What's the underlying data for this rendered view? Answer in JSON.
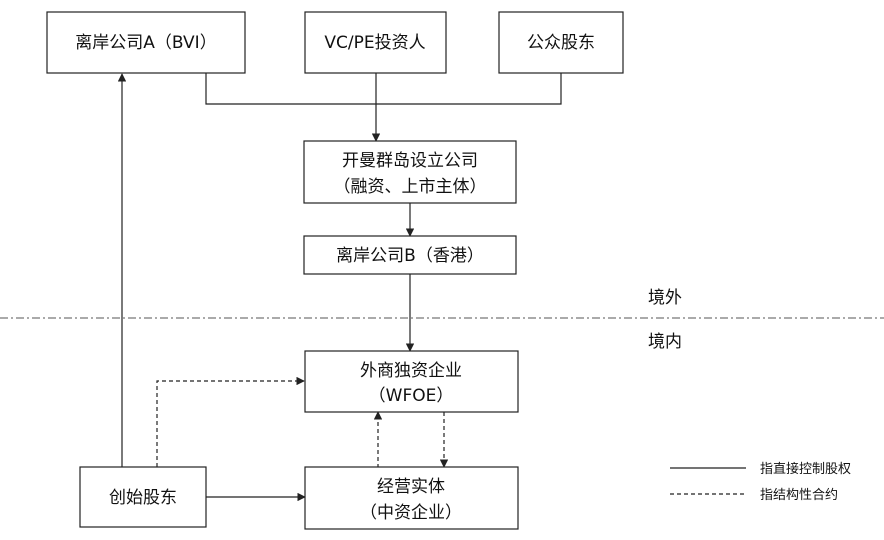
{
  "nodes": {
    "bvi_company": {
      "label": "离岸公司A（BVI）"
    },
    "vc_pe": {
      "label": "VC/PE投资人"
    },
    "public_shareholders": {
      "label": "公众股东"
    },
    "cayman": {
      "label_line1": "开曼群岛设立公司",
      "label_line2": "（融资、上市主体）"
    },
    "hk_company": {
      "label": "离岸公司B（香港）"
    },
    "wfoe": {
      "label_line1": "外商独资企业",
      "label_line2": "（WFOE）"
    },
    "founders": {
      "label": "创始股东"
    },
    "operating_entity": {
      "label_line1": "经营实体",
      "label_line2": "（中资企业）"
    }
  },
  "regions": {
    "offshore": "境外",
    "onshore": "境内"
  },
  "legend": {
    "solid_label": "指直接控制股权",
    "dashed_label": "指结构性合约"
  }
}
